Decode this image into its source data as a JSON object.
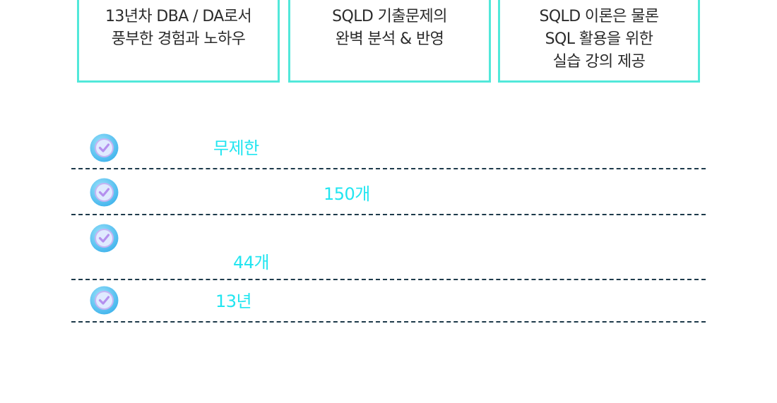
{
  "cards": [
    {
      "lines": [
        "13년차 DBA / DA로서",
        "풍부한 경험과 노하우"
      ]
    },
    {
      "lines": [
        "SQLD 기출문제의",
        "완벽 분석 & 반영"
      ]
    },
    {
      "lines": [
        "SQLD 이론은 물론",
        "SQL 활용을 위한",
        "실습 강의 제공"
      ]
    }
  ],
  "features": [
    {
      "highlight": "무제한"
    },
    {
      "highlight": "150개"
    },
    {
      "highlight": "44개"
    },
    {
      "highlight": "13년"
    }
  ],
  "colors": {
    "card_border": "#52e8da",
    "highlight": "#22e5f0",
    "divider": "#1d3a4a",
    "check_badge": "#5fc8f0"
  }
}
